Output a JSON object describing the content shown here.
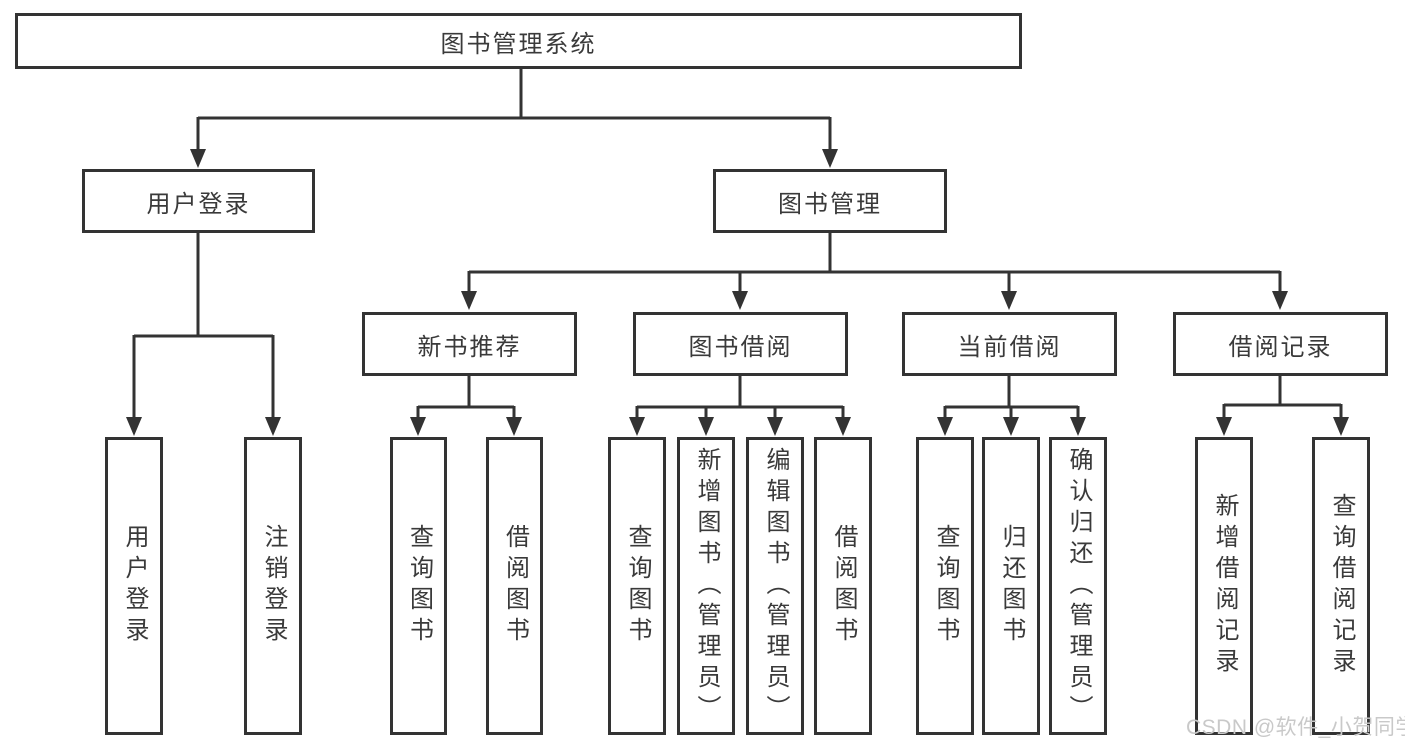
{
  "tree": {
    "root": {
      "label": "图书管理系统"
    },
    "branches": [
      {
        "label": "用户登录",
        "children": [
          {
            "label": "用户登录"
          },
          {
            "label": "注销登录"
          }
        ]
      },
      {
        "label": "图书管理",
        "children": [
          {
            "label": "新书推荐",
            "children": [
              {
                "label": "查询图书"
              },
              {
                "label": "借阅图书"
              }
            ]
          },
          {
            "label": "图书借阅",
            "children": [
              {
                "label": "查询图书"
              },
              {
                "label": "新增图书（管理员）"
              },
              {
                "label": "编辑图书（管理员）"
              },
              {
                "label": "借阅图书"
              }
            ]
          },
          {
            "label": "当前借阅",
            "children": [
              {
                "label": "查询图书"
              },
              {
                "label": "归还图书"
              },
              {
                "label": "确认归还（管理员）"
              }
            ]
          },
          {
            "label": "借阅记录",
            "children": [
              {
                "label": "新增借阅记录"
              },
              {
                "label": "查询借阅记录"
              }
            ]
          }
        ]
      }
    ]
  },
  "watermark": {
    "text": "CSDN @软件_小贺同学"
  },
  "colors": {
    "line": "#333333",
    "text": "#3a3a3a",
    "background": "#ffffff",
    "watermark": "#c9c9c9"
  }
}
